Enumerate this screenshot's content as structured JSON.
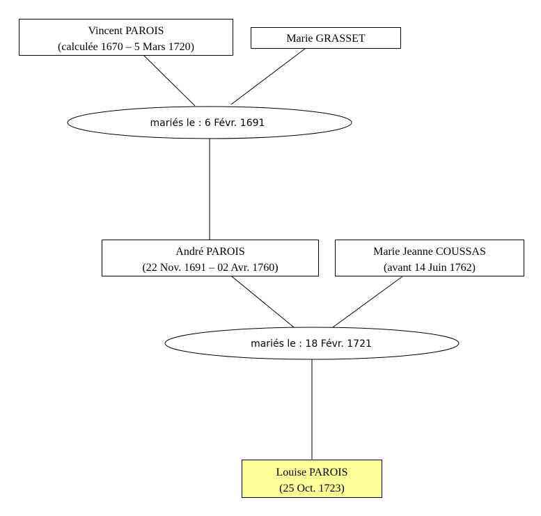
{
  "colors": {
    "highlight_fill": "#ffff99",
    "line": "#000000",
    "box_fill": "#ffffff"
  },
  "people": {
    "vincent": {
      "name": "Vincent PAROIS",
      "dates": "(calculée 1670 – 5 Mars 1720)"
    },
    "marie_grasset": {
      "name": "Marie GRASSET"
    },
    "andre": {
      "name": "André PAROIS",
      "dates": "(22 Nov. 1691 – 02 Avr. 1760)"
    },
    "marie_jeanne": {
      "name": "Marie Jeanne COUSSAS",
      "dates": "(avant 14 Juin 1762)"
    },
    "louise": {
      "name": "Louise PAROIS",
      "dates": "(25 Oct. 1723)"
    }
  },
  "marriages": {
    "m1": {
      "label": "mariés le : 6 Févr. 1691"
    },
    "m2": {
      "label": "mariés le : 18 Févr. 1721"
    }
  }
}
